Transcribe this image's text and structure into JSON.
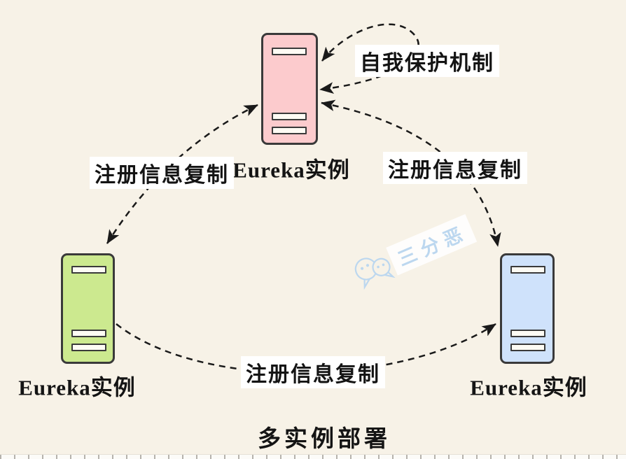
{
  "diagram": {
    "title": "多实例部署",
    "nodes": {
      "top": {
        "label": "Eureka实例",
        "fill": "#fccbcd"
      },
      "left": {
        "label": "Eureka实例",
        "fill": "#cce98f"
      },
      "right": {
        "label": "Eureka实例",
        "fill": "#cfe2fb"
      }
    },
    "edges": {
      "top_left": {
        "label": "注册信息复制"
      },
      "top_right": {
        "label": "注册信息复制"
      },
      "bottom": {
        "label": "注册信息复制"
      },
      "self_loop": {
        "label": "自我保护机制"
      }
    },
    "watermark": {
      "text": "三分恶",
      "color": "#bcd7ef"
    },
    "colors": {
      "background": "#f7f2e7",
      "arrow": "#1a1a1a",
      "node_border": "#3a3a3a"
    }
  }
}
